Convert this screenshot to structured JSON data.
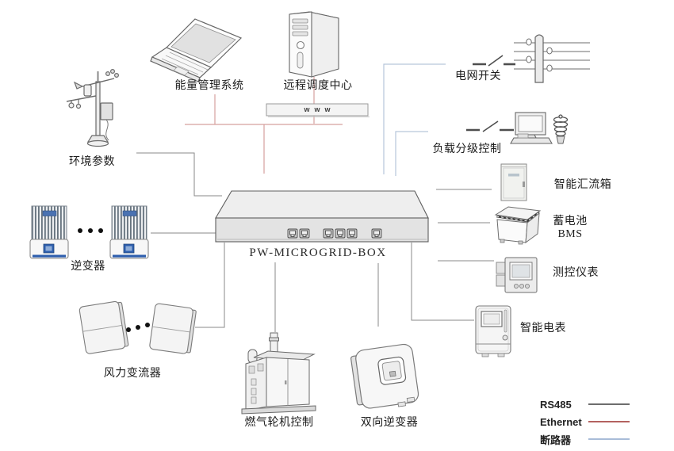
{
  "diagram": {
    "center_box": {
      "label": "PW-MICROGRID-BOX",
      "port_count": 6
    },
    "internet_bar": {
      "label": "www"
    },
    "nodes": {
      "environment": {
        "label": "环境参数"
      },
      "energy_mgmt": {
        "label": "能量管理系统"
      },
      "dispatch_center": {
        "label": "远程调度中心"
      },
      "grid_switch": {
        "label": "电网开关"
      },
      "load_control": {
        "label": "负载分级控制"
      },
      "combiner_box": {
        "label": "智能汇流箱"
      },
      "battery_bms": {
        "label_line1": "蓄电池",
        "label_line2": "BMS"
      },
      "measure_instrument": {
        "label": "测控仪表"
      },
      "smart_meter": {
        "label": "智能电表"
      },
      "inverter": {
        "label": "逆变器"
      },
      "wind_converter": {
        "label": "风力变流器"
      },
      "gas_turbine": {
        "label": "燃气轮机控制"
      },
      "bidirectional_inverter": {
        "label": "双向逆变器"
      }
    },
    "legend": [
      {
        "label": "RS485",
        "color": "#3d3d3d"
      },
      {
        "label": "Ethernet",
        "color": "#b4625f"
      },
      {
        "label": "断路器",
        "color": "#8ba6cb"
      }
    ],
    "line_colors": {
      "rs485": "#8a8a8a",
      "ethernet": "#d5a09e",
      "breaker": "#b6c6da"
    }
  }
}
